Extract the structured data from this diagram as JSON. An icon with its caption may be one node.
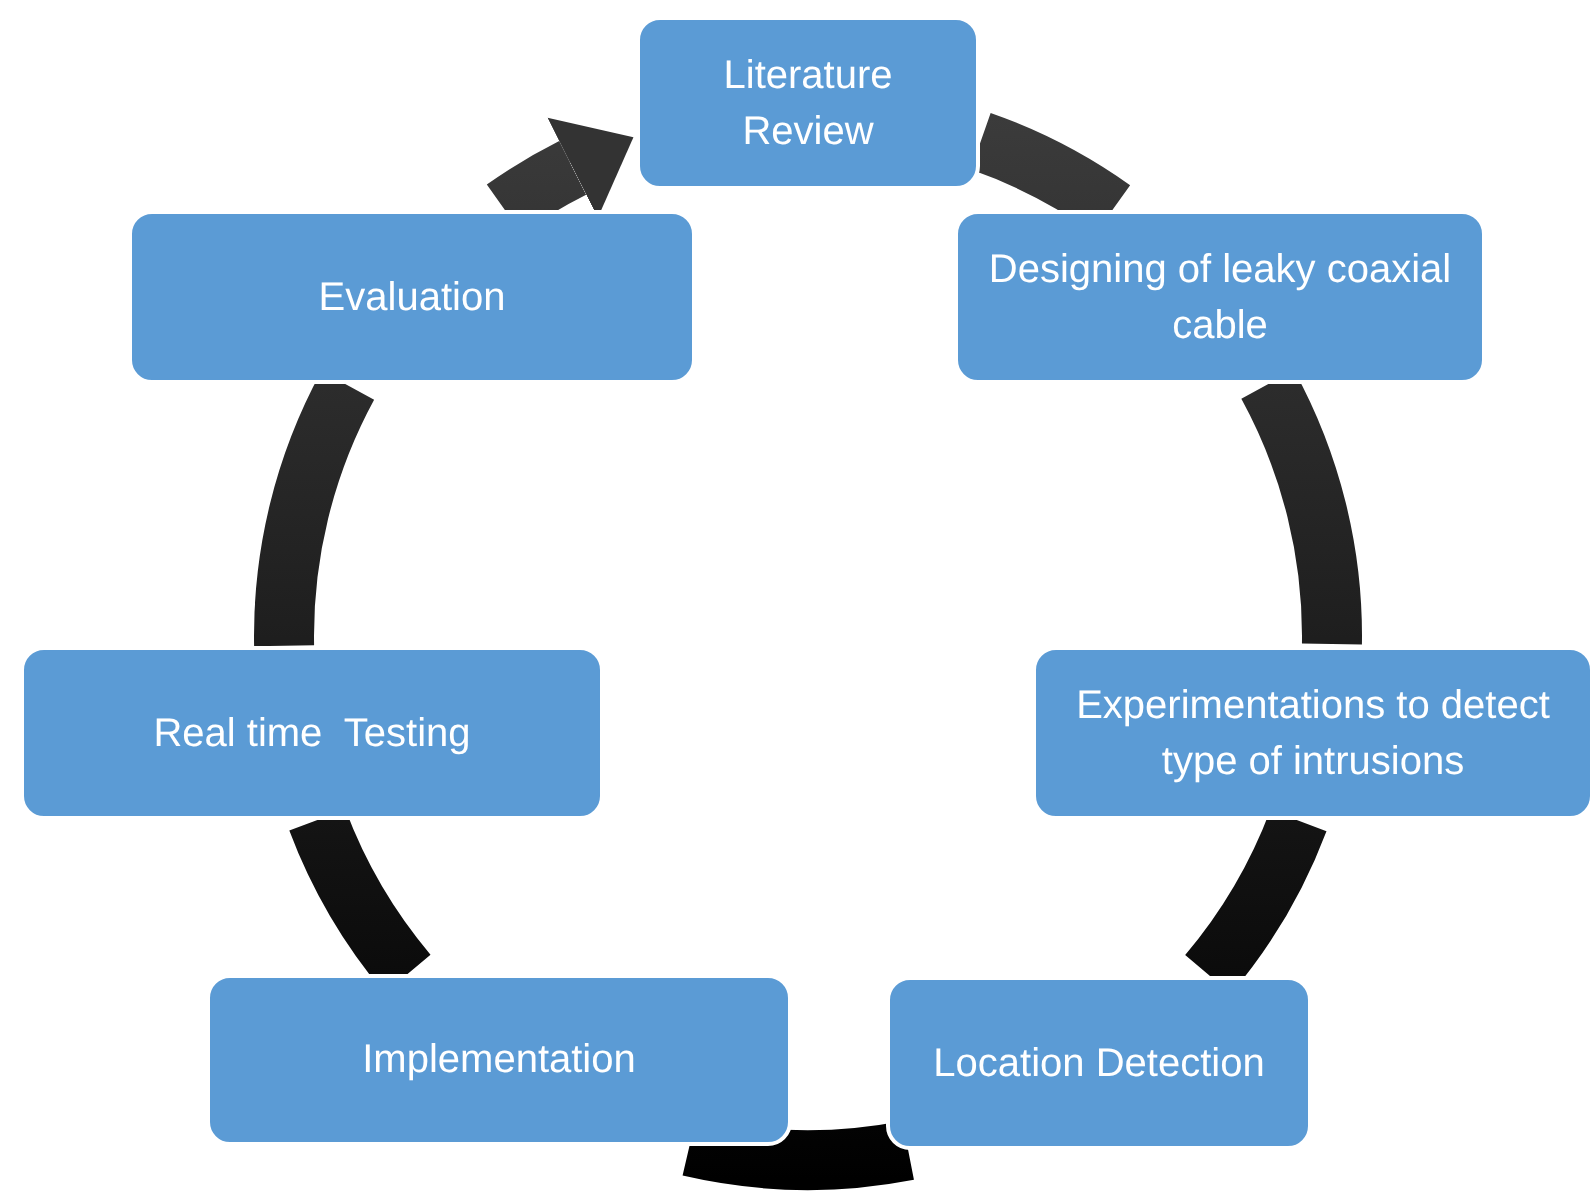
{
  "diagram": {
    "nodes": [
      {
        "text": [
          "Literature Review"
        ]
      },
      {
        "text": [
          "Designing of leaky coaxial cable"
        ]
      },
      {
        "text": [
          "Experimentations to detect type of intrusions"
        ]
      },
      {
        "text": [
          "Location Detection"
        ]
      },
      {
        "text": [
          "Implementation"
        ]
      },
      {
        "text": [
          "Real time  Testing"
        ]
      },
      {
        "text": [
          "Evaluation"
        ]
      }
    ],
    "edges": [
      {
        "from": 0,
        "to": 1,
        "arrow": "none"
      },
      {
        "from": 1,
        "to": 2,
        "arrow": "none"
      },
      {
        "from": 2,
        "to": 3,
        "arrow": "none"
      },
      {
        "from": 3,
        "to": 4,
        "arrow": "none"
      },
      {
        "from": 4,
        "to": 5,
        "arrow": "none"
      },
      {
        "from": 5,
        "to": 6,
        "arrow": "none"
      },
      {
        "from": 6,
        "to": 0,
        "arrow": "to"
      }
    ]
  }
}
